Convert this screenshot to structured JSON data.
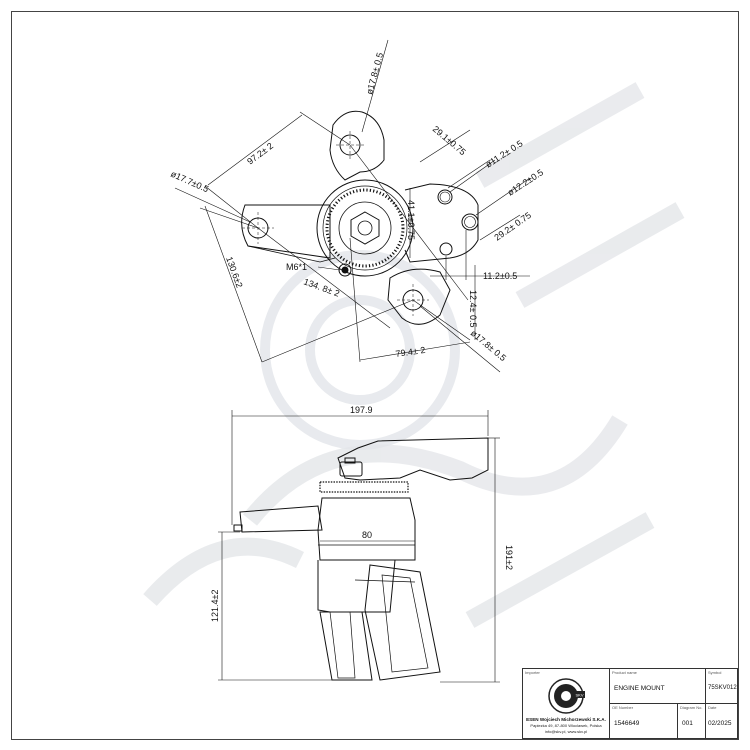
{
  "drawing": {
    "top_view": {
      "dims": {
        "d_top_ear": "ø17.8± 0.5",
        "len_97": "97.2± 2",
        "d_left_ear": "ø17.7±0.5",
        "len_130": "130.6±2",
        "bolt": "M6*1",
        "len_134": "134. 8± 2",
        "len_79": "79.4± 2",
        "d_bottom_ear": "ø17.8± 0.5",
        "len_29_1": "29.1±0.75",
        "d_11": "ø11.2± 0.5",
        "d_12": "ø12.2±0.5",
        "len_29_2": "29.2± 0.75",
        "len_41": "41.1±0.75",
        "len_11": "11.2±0.5",
        "len_12": "12.4± 0.5"
      }
    },
    "side_view": {
      "dims": {
        "width": "197.9",
        "inner": "80",
        "height": "191±2",
        "lower": "121.4±2"
      }
    }
  },
  "title_block": {
    "importer_caption": "Importer",
    "product_caption": "Product name",
    "product_name": "ENGINE MOUNT",
    "symbol_caption": "Symbol",
    "symbol": "75SKV012",
    "oe_caption": "OE Number",
    "oe_number": "1546649",
    "diagram_caption": "Diagram No.",
    "diagram_no": "001",
    "date_caption": "Date",
    "date": "02/2025",
    "company": "ESEN Wojciech Michorzewski S.K.A.",
    "address": "Papiezka 49, 87-800 Wloclawek, Polska",
    "contact": "info@skv.pl, www.skv.pl",
    "logo_text": "SKV"
  },
  "colors": {
    "line": "#111111",
    "watermark": "#e9ebee"
  }
}
